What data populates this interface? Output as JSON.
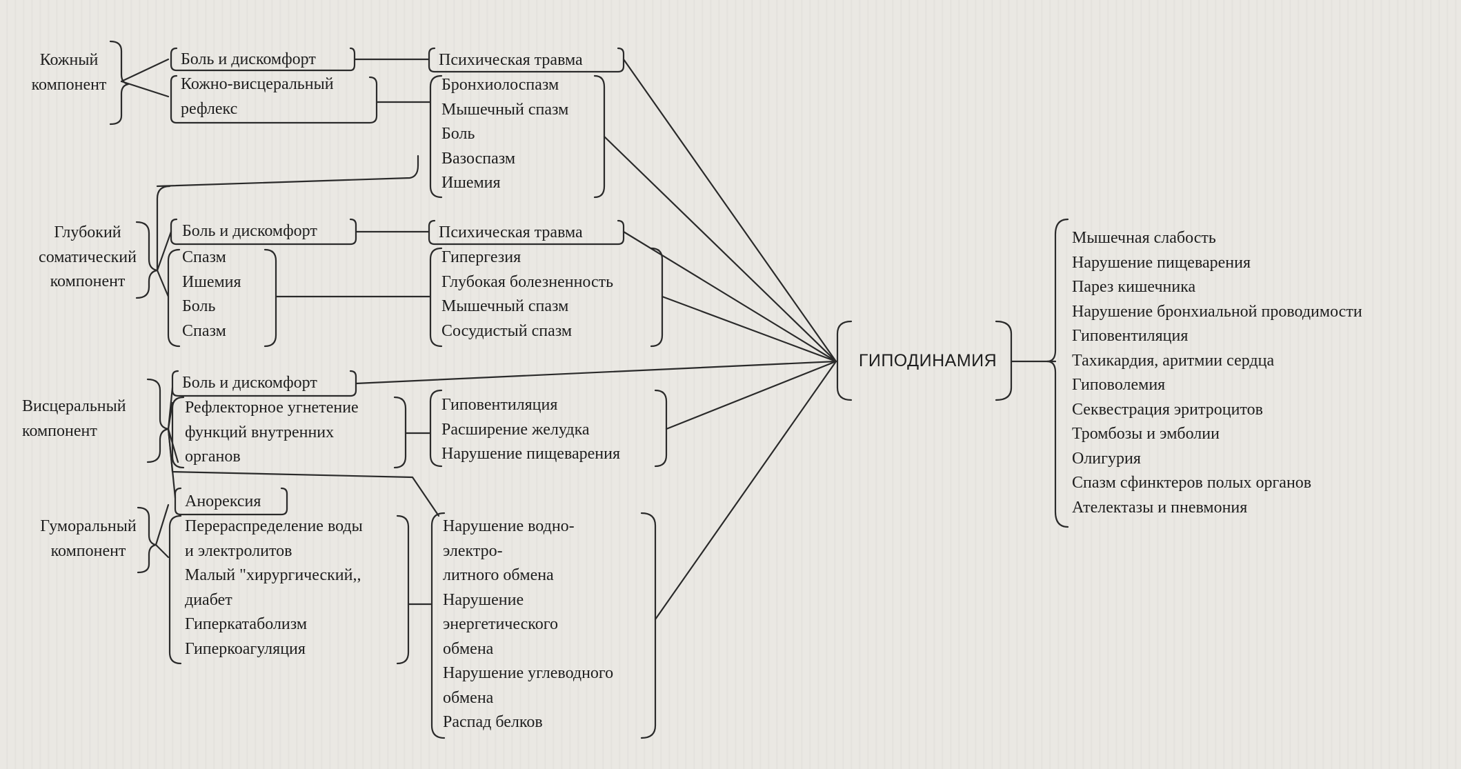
{
  "components": {
    "skin": "Кожный\nкомпонент",
    "deep": "Глубокий\nсоматический\nкомпонент",
    "visceral": "Висцеральный\nкомпонент",
    "humoral": "Гуморальный\nкомпонент"
  },
  "skin_group": {
    "pain": "Боль и дискомфорт",
    "reflex": "Кожно-висцеральный\nрефлекс",
    "trauma": "Психическая травма",
    "effects": [
      "Бронхиолоспазм",
      "Мышечный спазм",
      "Боль",
      "Вазоспазм",
      "Ишемия"
    ]
  },
  "deep_group": {
    "pain": "Боль и дискомфорт",
    "causes": [
      "Спазм",
      "Ишемия",
      "Боль",
      "Спазм"
    ],
    "trauma": "Психическая травма",
    "effects": [
      "Гипергезия",
      "Глубокая болезненность",
      "Мышечный спазм",
      "Сосудистый спазм"
    ]
  },
  "visceral_group": {
    "pain": "Боль и дискомфорт",
    "reflex": "Рефлекторное угнетение\nфункций внутренних\nорганов",
    "effects": [
      "Гиповентиляция",
      "Расширение желудка",
      "Нарушение пищеварения"
    ]
  },
  "humoral_group": {
    "anorexia": "Анорексия",
    "causes": [
      "Перераспределение воды",
      "и электролитов",
      "Малый \"хирургический,,",
      "диабет",
      "Гиперкатаболизм",
      "Гиперкоагуляция"
    ],
    "effects": [
      "Нарушение водно-",
      "электро-",
      "литного обмена",
      "Нарушение",
      "энергетического",
      "обмена",
      "Нарушение углеводного",
      "обмена",
      "Распад белков"
    ]
  },
  "center": "ГИПОДИНАМИЯ",
  "consequences": [
    "Мышечная слабость",
    "Нарушение пищеварения",
    "Парез кишечника",
    "Нарушение бронхиальной проводимости",
    "Гиповентиляция",
    "Тахикардия, аритмии сердца",
    "Гиповолемия",
    "Секвестрация эритроцитов",
    "Тромбозы и эмболии",
    "Олигурия",
    "Спазм сфинктеров полых органов",
    "Ателектазы и пневмония"
  ]
}
